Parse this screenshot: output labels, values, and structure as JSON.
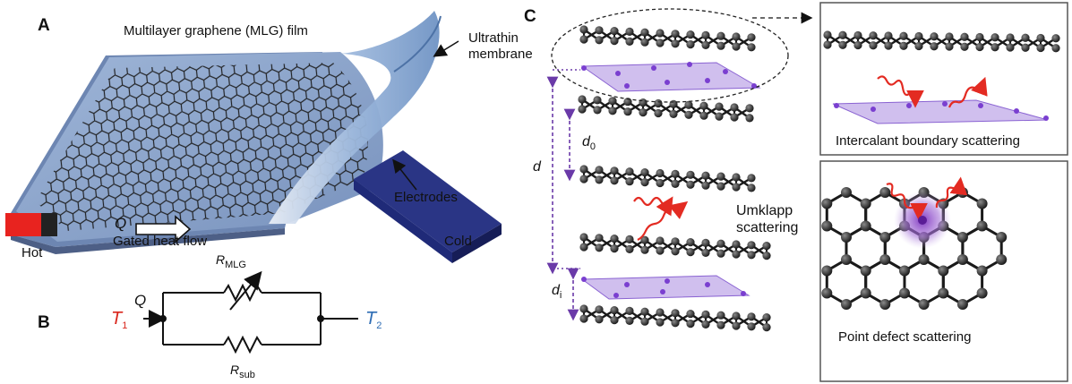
{
  "panels": {
    "a": "A",
    "b": "B",
    "c": "C"
  },
  "panel_a": {
    "film_label": "Multilayer graphene (MLG) film",
    "membrane_label": "Ultrathin membrane",
    "electrodes_label": "Electrodes",
    "q_label": "Q",
    "heat_flow_label": "Gated heat flow",
    "hot_label": "Hot",
    "cold_label": "Cold"
  },
  "panel_b": {
    "q_label": "Q",
    "t1_main": "T",
    "t1_sub": "1",
    "t2_main": "T",
    "t2_sub": "2",
    "r_mlg_main": "R",
    "r_mlg_sub": "MLG",
    "r_sub_main": "R",
    "r_sub_sub": "sub"
  },
  "panel_c": {
    "d_label": "d",
    "d0_main": "d",
    "d0_sub": "0",
    "di_main": "d",
    "di_sub": "i",
    "umklapp_line1": "Umklapp",
    "umklapp_line2": "scattering",
    "intercalant_label": "Intercalant boundary scattering",
    "point_defect_label": "Point defect scattering"
  },
  "colors": {
    "hot": "#e8231f",
    "cold_electrode": "#1f2a78",
    "t1": "#d9261c",
    "t2": "#2f6db4",
    "intercalant_plane": "#a98be0",
    "atoms": "#2a2a2a",
    "phonon": "#e32b22",
    "dimension_arrow": "#6a3aa8"
  }
}
